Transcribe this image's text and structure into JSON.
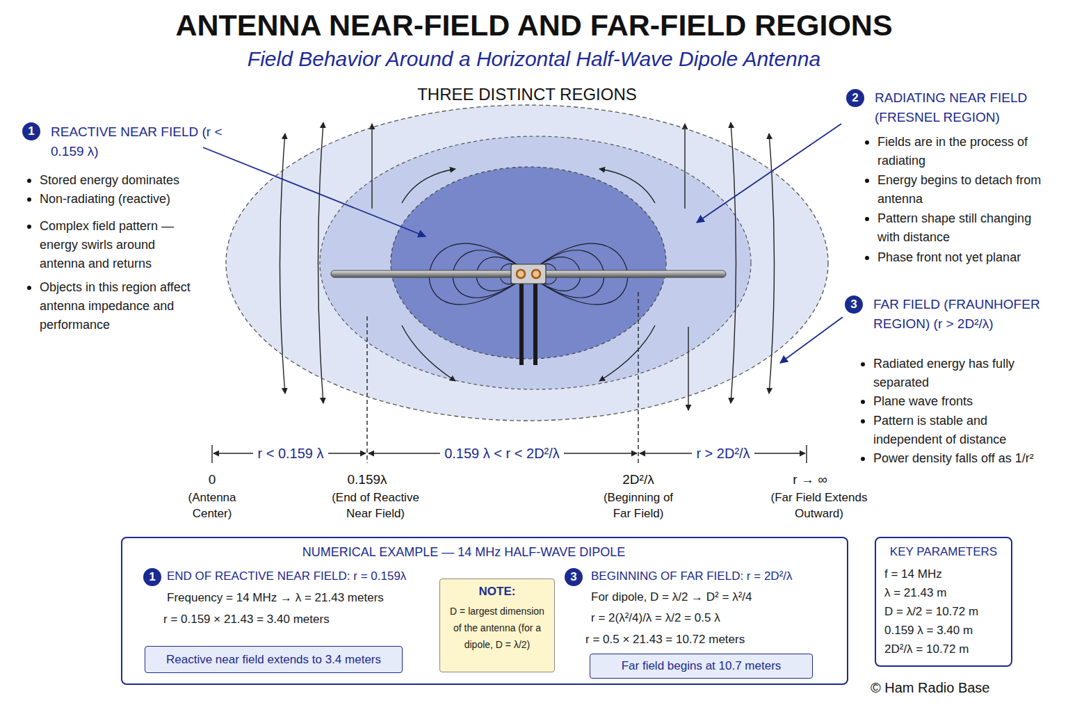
{
  "diagram": {
    "title": "ANTENNA NEAR-FIELD AND FAR-FIELD REGIONS",
    "caption": "Field Behavior Around a Horizontal Half-Wave Dipole Antenna",
    "nodes": [
      {
        "text": [
          "THREE DISTINCT REGIONS"
        ]
      },
      {
        "text": [
          "NUMERICAL EXAMPLE — 14 MHz HALF-WAVE DIPOLE",
          "1",
          "END OF REACTIVE NEAR FIELD: r = 0.159λ",
          "Frequency = 14 MHz → λ = 21.43 meters",
          "r = 0.159 × 21.43 = 3.40 meters",
          "3",
          "BEGINNING OF FAR FIELD: r = 2D²/λ",
          "For dipole, D = λ/2 → D² = λ²/4",
          "r = 2(λ²/4)/λ = λ/2 = 0.5 λ",
          "r = 0.5 × 21.43 = 10.72 meters"
        ]
      },
      {
        "text": [
          "Reactive near field extends to 3.4 meters"
        ],
        "in": 1
      },
      {
        "text": [
          "NOTE:",
          "D = largest dimension of the antenna (for a dipole, D = λ/2)"
        ],
        "in": 1
      },
      {
        "text": [
          "Far field begins at 10.7 meters"
        ],
        "in": 1
      },
      {
        "text": [
          "KEY PARAMETERS",
          "f = 14 MHz",
          "λ = 21.43 m",
          "D = λ/2 = 10.72 m",
          "0.159 λ = 3.40 m",
          "2D²/λ = 10.72 m"
        ]
      }
    ],
    "labels": [
      "1",
      "REACTIVE NEAR FIELD (r < 0.159 λ)",
      "Stored energy dominates",
      "Non-radiating (reactive)",
      "Complex field pattern — energy swirls around antenna and returns",
      "Objects in this region affect antenna impedance and performance",
      "2",
      "RADIATING NEAR FIELD (FRESNEL REGION)",
      "Fields are in the process of radiating",
      "Energy begins to detach from antenna",
      "Pattern shape still changing with distance",
      "Phase front not yet planar",
      "3",
      "FAR FIELD (FRAUNHOFER REGION) (r > 2D²/λ)",
      "Radiated energy has fully separated",
      "Plane wave fronts",
      "Pattern is stable and independent of distance",
      "Power density falls off as 1/r²",
      "r < 0.159 λ",
      "0.159 λ < r < 2D²/λ",
      "r > 2D²/λ",
      "0",
      "(Antenna Center)",
      "0.159λ",
      "(End of Reactive Near Field)",
      "2D²/λ",
      "(Beginning of Far Field)",
      "r → ∞",
      "(Far Field Extends Outward)",
      "© Ham Radio Base"
    ]
  }
}
